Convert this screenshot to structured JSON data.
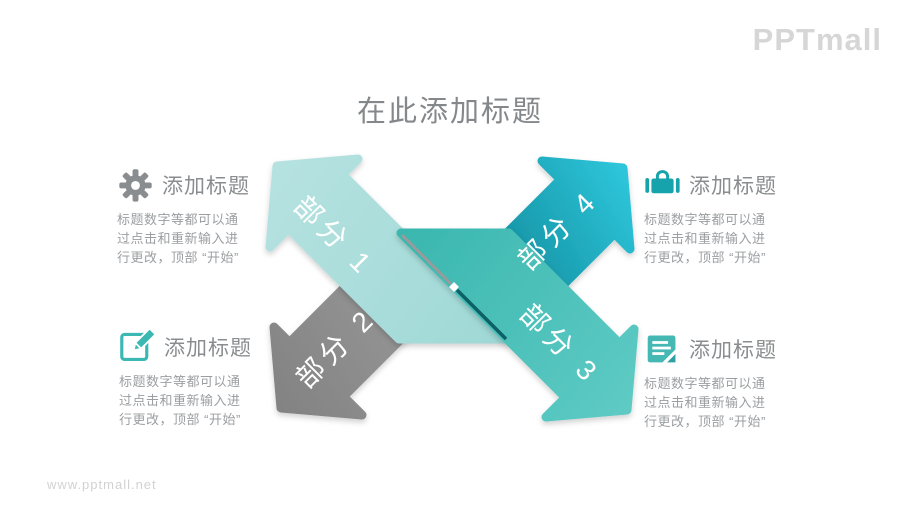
{
  "logo": {
    "text": "PPTmall",
    "color": "#d6d6d6"
  },
  "slide": {
    "title": "在此添加标题",
    "title_color": "#85888b"
  },
  "watermark": {
    "text": "www.pptmall.net",
    "color": "#d2d2d2"
  },
  "diagram": {
    "type": "crossed-arrows",
    "arrows": [
      {
        "label": "部分 1",
        "direction": "up-left",
        "color": "#aadedb"
      },
      {
        "label": "部分 2",
        "direction": "down-left",
        "color": "#8a8a8a"
      },
      {
        "label": "部分 3",
        "direction": "down-right",
        "color": "#4fc2bb"
      },
      {
        "label": "部分 4",
        "direction": "up-right",
        "color": "#28bdd2"
      }
    ],
    "seam": {
      "upper_color": "#9a9a9a",
      "lower_color": "#0c6066"
    }
  },
  "sections": [
    {
      "icon": "gear-icon",
      "heading": "添加标题",
      "body": "标题数字等都可以通\n过点击和重新输入进\n行更改，顶部 “开始”"
    },
    {
      "icon": "briefcase-icon",
      "heading": "添加标题",
      "body": "标题数字等都可以通\n过点击和重新输入进\n行更改，顶部 “开始”"
    },
    {
      "icon": "edit-icon",
      "heading": "添加标题",
      "body": "标题数字等都可以通\n过点击和重新输入进\n行更改，顶部 “开始”"
    },
    {
      "icon": "document-icon",
      "heading": "添加标题",
      "body": "标题数字等都可以通\n过点击和重新输入进\n行更改，顶部 “开始”"
    }
  ]
}
